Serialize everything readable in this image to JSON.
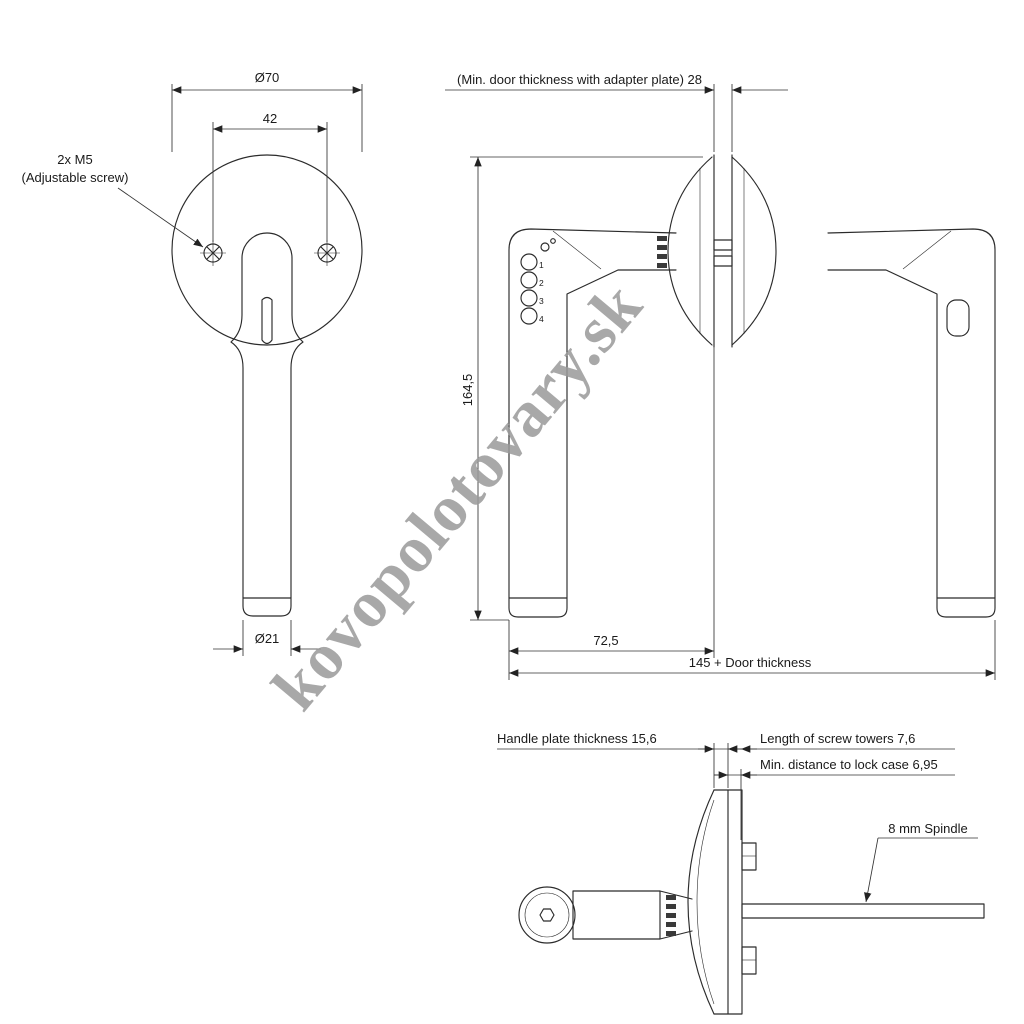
{
  "watermark": "kovopolotovary.sk",
  "front_view": {
    "dim_rose_diameter": "Ø70",
    "dim_screw_spacing": "42",
    "screw_label_line1": "2x M5",
    "screw_label_line2": "(Adjustable screw)",
    "dim_grip_diameter": "Ø21"
  },
  "side_view": {
    "dim_door_thickness": "(Min. door thickness with adapter plate) 28",
    "dim_handle_height": "164,5",
    "dim_handle_depth": "72,5",
    "dim_total": "145 + Door thickness",
    "button_digits": [
      "1",
      "2",
      "3",
      "4"
    ]
  },
  "bottom_view": {
    "dim_plate_thickness": "Handle plate thickness 15,6",
    "dim_screw_towers": "Length of screw towers 7,6",
    "dim_lock_case": "Min. distance to lock case 6,95",
    "label_spindle": "8 mm Spindle"
  }
}
